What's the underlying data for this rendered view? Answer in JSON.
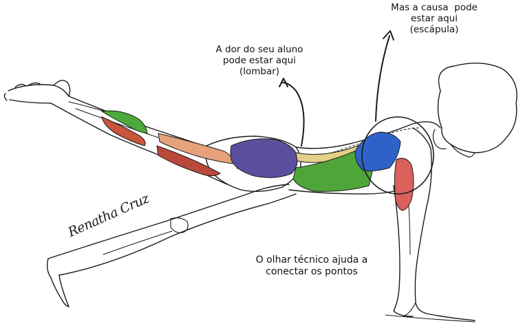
{
  "annotations": {
    "lumbar": [
      "A dor do seu aluno",
      "pode estar aqui",
      "(lombar)"
    ],
    "scapula": [
      "Mas a causa  pode",
      "estar aqui",
      "(escápula)"
    ],
    "technical": [
      "O olhar técnico ajuda a",
      "conectar os pontos"
    ]
  },
  "signature": "Renatha Cruz",
  "colors": {
    "outline": "#1a1a1a",
    "glute": "#5b4e9c",
    "lats": "#4fa53a",
    "scapular_muscles": "#2f62c9",
    "deltoid": "#d9625d",
    "hamstrings": "#c9553d",
    "quadriceps": "#e6a37b",
    "calf": "#4caa3c",
    "spinal_bands": "#e3cf86"
  }
}
